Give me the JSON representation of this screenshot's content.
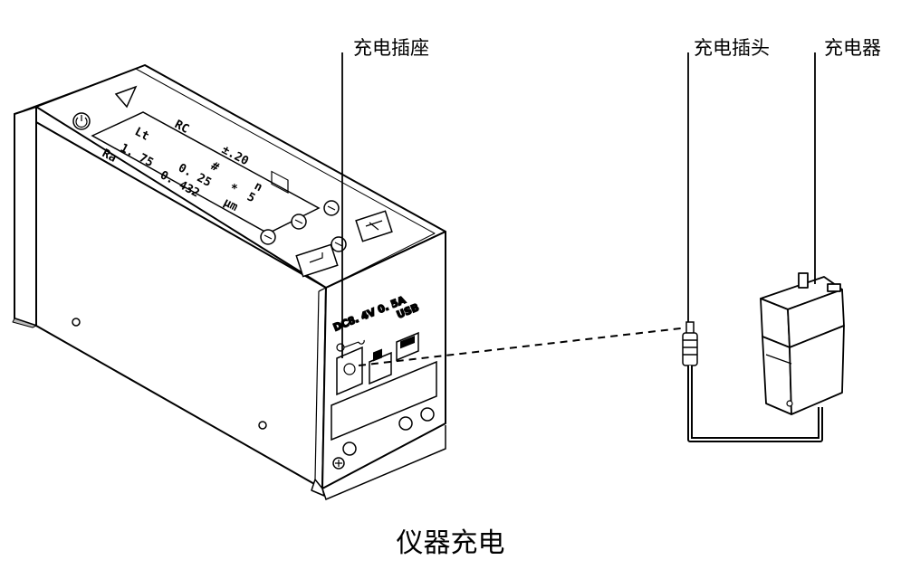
{
  "callouts": {
    "charging_socket": "充电插座",
    "charging_plug": "充电插头",
    "charger": "充电器"
  },
  "caption": "仪器充电",
  "display": {
    "line1": "RC",
    "line2a": "Lt",
    "line2b": "±.20",
    "line3a": "1. 75",
    "line3b": "#",
    "line4a": "Ra",
    "line4b": "0. 25",
    "line4c": "n",
    "line5a": "0. 432",
    "line5b": "5",
    "line6": "μm"
  },
  "panel_labels": {
    "rating": "DC8. 4V 0. 5A",
    "usb": "USB"
  }
}
